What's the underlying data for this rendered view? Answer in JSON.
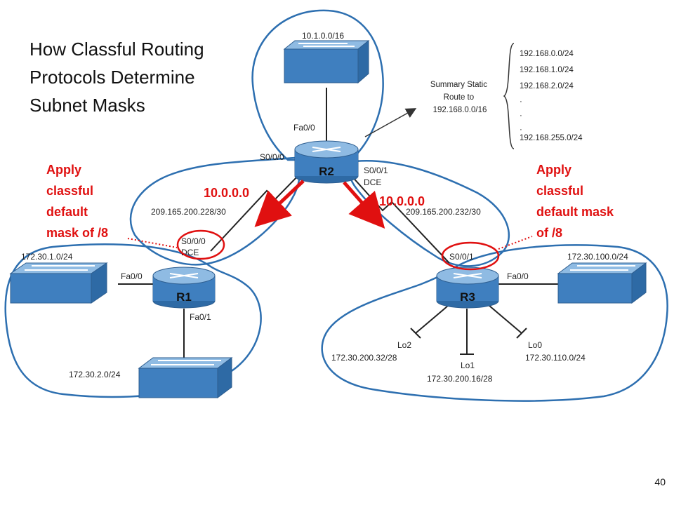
{
  "slide": {
    "title_lines": [
      "How Classful Routing",
      "Protocols Determine",
      "Subnet Masks"
    ],
    "page_number": "40"
  },
  "annotations": {
    "left": [
      "Apply",
      "classful",
      "default",
      "mask of /8"
    ],
    "right": [
      "Apply",
      "classful",
      "default mask",
      "of /8"
    ],
    "left_network": "10.0.0.0",
    "right_network": "10.0.0.0"
  },
  "routers": {
    "r1": {
      "name": "R1"
    },
    "r2": {
      "name": "R2"
    },
    "r3": {
      "name": "R3"
    }
  },
  "labels": {
    "r2_lan": "10.1.0.0/16",
    "r2_fa00": "Fa0/0",
    "r2_s000": "S0/0/0",
    "r2_s001": "S0/0/1",
    "r2_dce": "DCE",
    "link_left_net": "209.165.200.228/30",
    "link_right_net": "209.165.200.232/30",
    "r1_s000": "S0/0/0",
    "r1_dce": "DCE",
    "r1_fa00": "Fa0/0",
    "r1_fa01": "Fa0/1",
    "r1_lan1": "172.30.1.0/24",
    "r1_lan2": "172.30.2.0/24",
    "r3_s001": "S0/0/1",
    "r3_fa00": "Fa0/0",
    "r3_lan": "172.30.100.0/24",
    "lo2_name": "Lo2",
    "lo2_net": "172.30.200.32/28",
    "lo1_name": "Lo1",
    "lo1_net": "172.30.200.16/28",
    "lo0_name": "Lo0",
    "lo0_net": "172.30.110.0/24",
    "summary_1": "Summary Static",
    "summary_2": "Route to",
    "summary_3": "192.168.0.0/16"
  },
  "summary_routes": [
    "192.168.0.0/24",
    "192.168.1.0/24",
    "192.168.2.0/24",
    "·",
    "·",
    "·",
    "192.168.255.0/24"
  ],
  "colors": {
    "bubble": "#2d6fb0",
    "highlight": "#e01010",
    "device": "#3f7fbf"
  }
}
